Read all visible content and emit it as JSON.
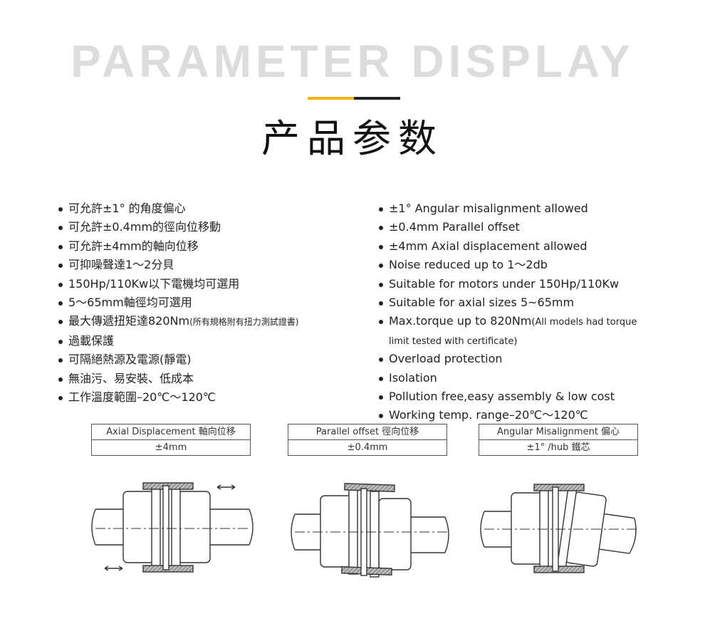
{
  "header": {
    "hero": "PARAMETER DISPLAY",
    "title": "产品参数"
  },
  "features_zh": [
    "可允許±1° 的角度偏心",
    "可允許±0.4mm的徑向位移動",
    "可允許±4mm的軸向位移",
    "可抑噪聲達1～2分貝",
    "150Hp/110Kw以下電機均可選用",
    "5～65mm軸徑均可選用",
    {
      "main": "最大傳遞扭矩達820Nm",
      "note": "(所有規格附有扭力測試證書)"
    },
    "過載保護",
    "可隔絕熱源及電源(靜電)",
    "無油污、易安裝、低成本",
    "工作溫度範圍–20℃～120℃"
  ],
  "features_en": [
    "±1° Angular misalignment allowed",
    "±0.4mm Parallel offset",
    "±4mm Axial displacement allowed",
    "Noise reduced up to 1～2db",
    "Suitable for motors under 150Hp/110Kw",
    "Suitable for axial sizes 5~65mm",
    {
      "main": "Max.torque up to 820Nm",
      "note": "(All models had torque limit tested with certificate)"
    },
    "Overload protection",
    "Isolation",
    "Pollution free,easy assembly & low cost",
    "Working temp. range–20℃～120℃"
  ],
  "specs": [
    {
      "label": "Axial Displacement 軸向位移",
      "value": "±4mm"
    },
    {
      "label": "Parallel offset 徑向位移",
      "value": "±0.4mm"
    },
    {
      "label": "Angular Misalignment 偏心",
      "value": "±1° /hub 鐵芯"
    }
  ],
  "colors": {
    "accent": "#f4b41a",
    "dark": "#222222",
    "hero": "#dcdcdc"
  },
  "diagrams": [
    "axial-displacement-diagram",
    "parallel-offset-diagram",
    "angular-misalignment-diagram"
  ]
}
